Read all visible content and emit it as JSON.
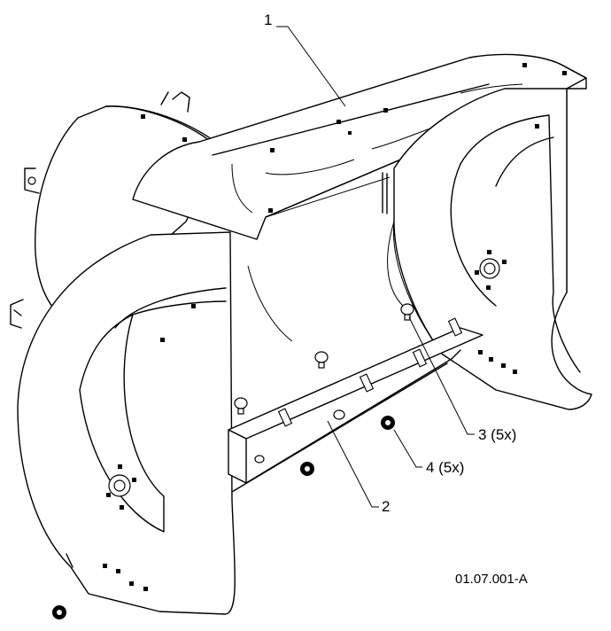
{
  "callouts": {
    "c1": "1",
    "c2": "2",
    "c3": "3 (5x)",
    "c4": "4 (5x)"
  },
  "figure_id": "01.07.001-A"
}
